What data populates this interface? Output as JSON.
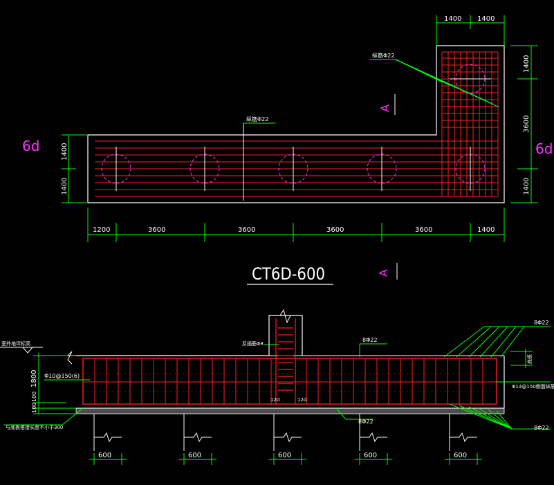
{
  "colors": {
    "background": "#000000",
    "outline": "#ffffff",
    "rebar": "#ff2020",
    "dimension": "#00ff00",
    "text": "#ffffff",
    "section_mark": "#ff33ff",
    "pile": "#ff33ff",
    "leader": "#00ff00"
  },
  "plan": {
    "top_dims": [
      "1400",
      "1400"
    ],
    "right_dims": [
      "1400",
      "3600",
      "1400"
    ],
    "left_dims": [
      "1400",
      "1400"
    ],
    "bottom_dims": [
      "1200",
      "3600",
      "3600",
      "3600",
      "3600",
      "1400"
    ],
    "label_upper": "纵筋Φ22",
    "label_lower": "纵筋Φ22",
    "mark_left": "6d",
    "mark_right": "6d",
    "section_mark": "A",
    "pile_count": 6
  },
  "title": {
    "text": "CT6D-600",
    "section_mark": "A"
  },
  "section": {
    "label_top_bar": "8Φ22",
    "label_top_right": "8Φ22",
    "label_bottom_bar": "8Φ22",
    "label_bottom_right": "8Φ22",
    "label_stirrup_col": "反插筋Φ8",
    "label_side_left": "Φ10@150(6)",
    "label_side_right": "Φ14@150侧面纵筋",
    "label_bottom_left": "与底板搭接长度不小于300",
    "label_ground": "室外地坪标高",
    "label_cover": "底板",
    "dim_height": "1800",
    "dim_cushion1": "100",
    "dim_cushion2": "100",
    "anchor_left": "12d",
    "anchor_right": "12d",
    "pile_widths": [
      "600",
      "600",
      "600",
      "600",
      "600"
    ]
  }
}
